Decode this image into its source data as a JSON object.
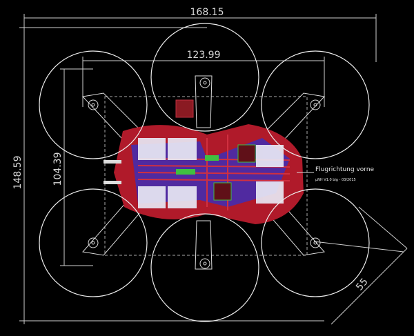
{
  "dimensions": {
    "overall_width": "168.15",
    "motor_spacing_width": "123.99",
    "overall_height": "148.59",
    "motor_spacing_height": "104.39",
    "propeller_diameter": "55"
  },
  "silkscreen": {
    "direction_label": "Flugrichtung vorne",
    "version_label": "µNH V1.0 big - 03/2015"
  },
  "colors": {
    "background": "#000000",
    "top_copper": "#c02030",
    "bottom_copper": "#2a2ad0",
    "pads": "#40c040",
    "outline": "#e0e0e0",
    "components": "#e8e8f4"
  }
}
